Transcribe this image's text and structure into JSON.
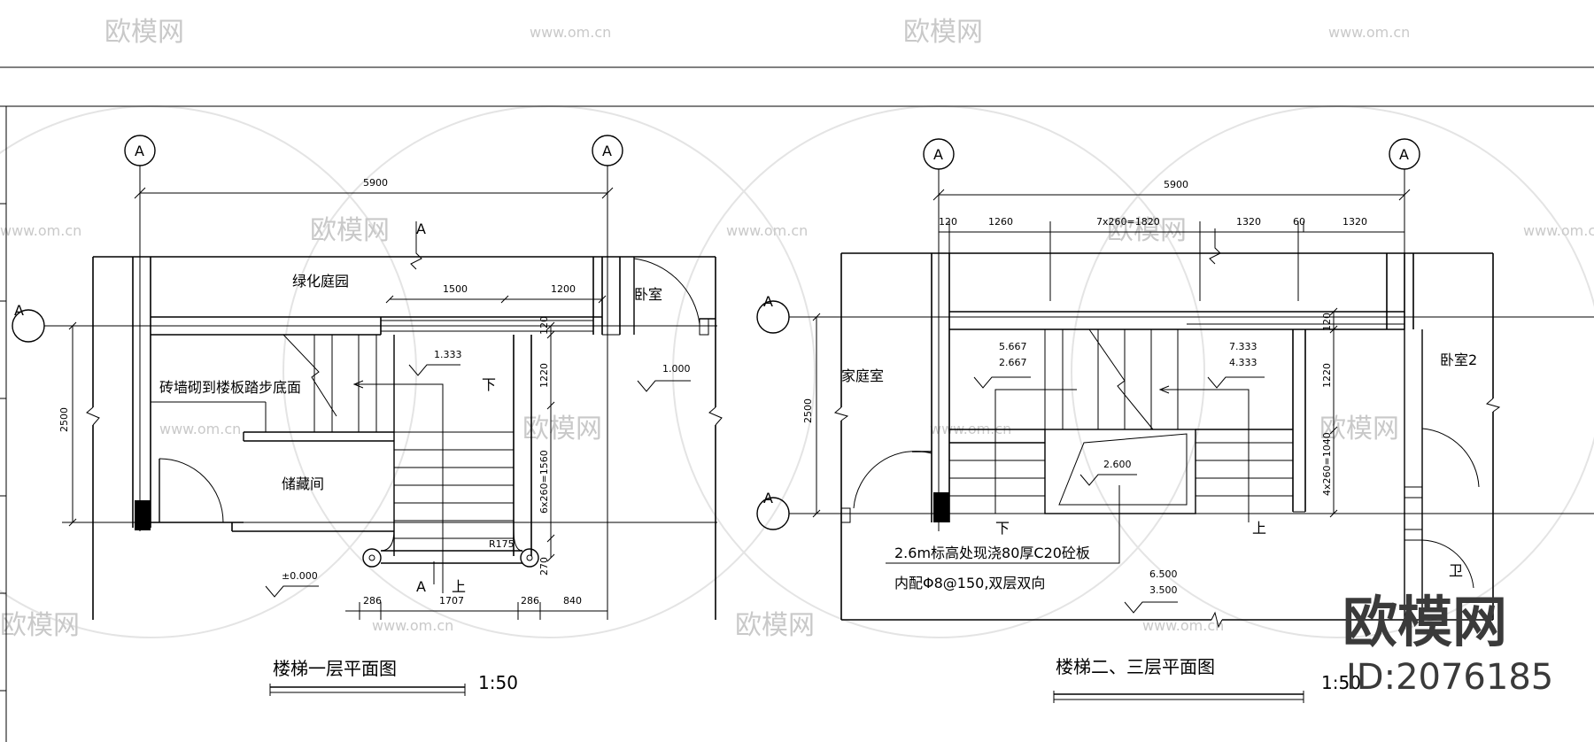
{
  "watermark": {
    "brand_cn": "欧模网",
    "site": "www.om.cn",
    "id": "ID:2076185"
  },
  "axis": {
    "label": "A"
  },
  "plan1": {
    "title": "楼梯一层平面图",
    "scale": "1:50",
    "rooms": {
      "garden": "绿化庭园",
      "bedroom": "卧室",
      "storage": "储藏间"
    },
    "note": "砖墙砌到楼板踏步底面",
    "levels": {
      "stair": "1.333",
      "bedroom": "1.000",
      "ground": "±0.000"
    },
    "dims": {
      "total": "5900",
      "d1500": "1500",
      "d1200": "1200",
      "d120": "120",
      "d1220": "1220",
      "flight": "6x260=1560",
      "d270": "270",
      "d2500": "2500",
      "b286a": "286",
      "b1707": "1707",
      "b286b": "286",
      "b840": "840",
      "radius": "R175"
    },
    "arrows": {
      "down": "下",
      "up": "上"
    },
    "section": "A"
  },
  "plan2": {
    "title": "楼梯二、三层平面图",
    "scale": "1:50",
    "rooms": {
      "family": "家庭室",
      "bedroom2": "卧室2",
      "bath": "卫"
    },
    "levels": {
      "l1a": "5.667",
      "l1b": "2.667",
      "l2a": "7.333",
      "l2b": "4.333",
      "slab": "2.600",
      "l3a": "6.500",
      "l3b": "3.500"
    },
    "dims": {
      "total": "5900",
      "t120": "120",
      "t1260": "1260",
      "t1820": "7x260=1820",
      "t1320a": "1320",
      "t60": "60",
      "t1320b": "1320",
      "d2500": "2500",
      "d1220": "1220",
      "flight": "4x260=1040",
      "d120": "120"
    },
    "note1": "2.6m标高处现浇80厚C20砼板",
    "note2": "内配Φ8@150,双层双向",
    "arrows": {
      "down": "下",
      "up": "上"
    }
  }
}
